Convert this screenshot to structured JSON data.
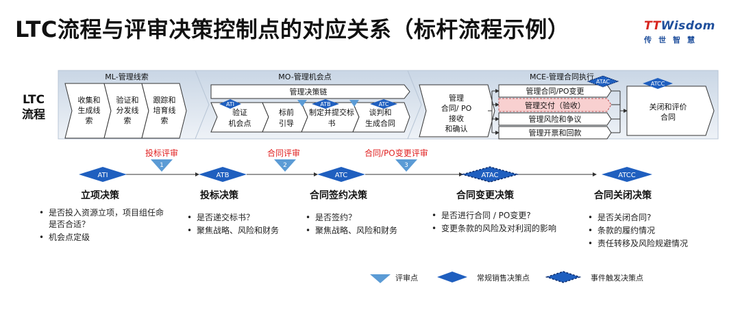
{
  "title": "LTC流程与评审决策控制点的对应关系（标杆流程示例）",
  "logo": {
    "text_a": "TT",
    "text_b": "Wisdom",
    "sub": "传世智慧"
  },
  "ltc_label": {
    "line1": "LTC",
    "line2": "流程"
  },
  "stages": {
    "ml": {
      "header": "ML-管理线索",
      "steps": [
        "收集和生成线索",
        "验证和分发线索",
        "跟踪和培育线索"
      ]
    },
    "mo": {
      "header": "MO-管理机会点",
      "chain": "管理决策链",
      "steps": [
        "验证机会点",
        "标前引导",
        "制定并提交标书",
        "谈判和生成合同"
      ],
      "tags": [
        "ATI",
        "ATB",
        "ATC"
      ]
    },
    "mce": {
      "header": "MCE-管理合同执行",
      "main_step": "管理合同/ PO接收和确认",
      "sub_steps": [
        "管理合同/PO变更",
        "管理交付（验收）",
        "管理风险和争议",
        "管理开票和回款"
      ],
      "final_step": "关闭和评价合同",
      "tags": [
        "ATAC",
        "ATCC"
      ]
    }
  },
  "reviews": [
    {
      "label": "投标评审",
      "num": "1"
    },
    {
      "label": "合同评审",
      "num": "2"
    },
    {
      "label": "合同/PO变更评审",
      "num": "3"
    }
  ],
  "decisions": [
    {
      "tag": "ATI",
      "title": "立项决策",
      "bullets": [
        "是否投入资源立项，项目组任命是否合适？",
        "机会点定级"
      ]
    },
    {
      "tag": "ATB",
      "title": "投标决策",
      "bullets": [
        "是否递交标书？",
        "聚焦战略、风险和财务"
      ]
    },
    {
      "tag": "ATC",
      "title": "合同签约决策",
      "bullets": [
        "是否签约？",
        "聚焦战略、风险和财务"
      ]
    },
    {
      "tag": "ATAC",
      "title": "合同变更决策",
      "bullets": [
        "是否进行合同 / PO变更?",
        "变更条款的风险及对利润的影响"
      ]
    },
    {
      "tag": "ATCC",
      "title": "合同关闭决策",
      "bullets": [
        "是否关闭合同?",
        "条款的履约情况",
        "责任转移及风险规避情况"
      ]
    }
  ],
  "legend": [
    "评审点",
    "常规销售决策点",
    "事件触发决策点"
  ],
  "colors": {
    "blue": "#1f5fbf",
    "red": "#e02020",
    "band": "#dde6f0",
    "highlight": "#f8d0d0"
  }
}
